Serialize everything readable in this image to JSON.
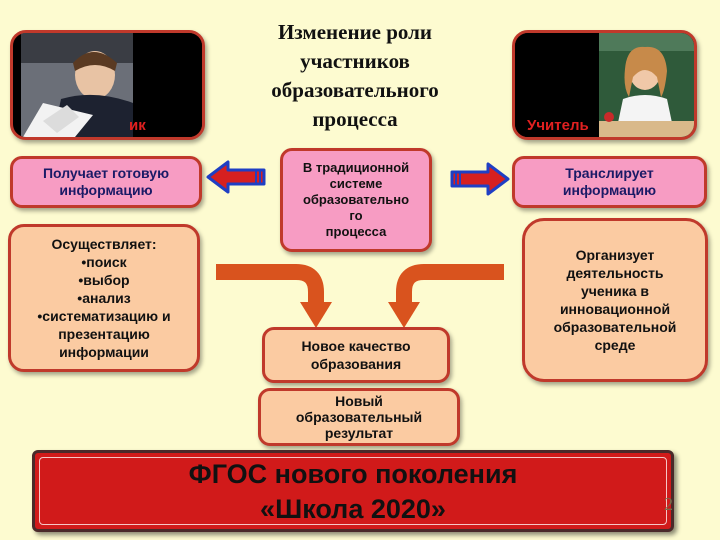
{
  "title": "Изменение роли\nучастников\nобразовательного\nпроцесса",
  "student": {
    "label": "ик"
  },
  "teacher": {
    "label": "Учитель"
  },
  "left_top_box": "Получает готовую\nинформацию",
  "center_box": "В традиционной\nсистеме\nобразовательно\nго\nпроцесса",
  "right_top_box": "Транслирует\nинформацию",
  "left_list": {
    "heading": "Осуществляет:",
    "items": [
      "•поиск",
      "•выбор",
      "•анализ",
      "•систематизацию и\nпрезентацию\nинформации"
    ]
  },
  "right_box": "Организует\nдеятельность\nученика в\nинновационной\nобразовательной\nсреде",
  "quality_box": "Новое качество\nобразования",
  "result_box": "Новый\nобразовательный\nрезультат",
  "banner": {
    "line1": "ФГОС нового поколения",
    "line2": "«Школа 2020»"
  },
  "page_number": "2",
  "colors": {
    "background": "#fdfbd0",
    "pink_box": "#f79cc3",
    "peach_box": "#fbcba2",
    "border_red": "#c0392b",
    "banner_red": "#d11a1a",
    "arrow_blue": "#1f3fc4"
  }
}
